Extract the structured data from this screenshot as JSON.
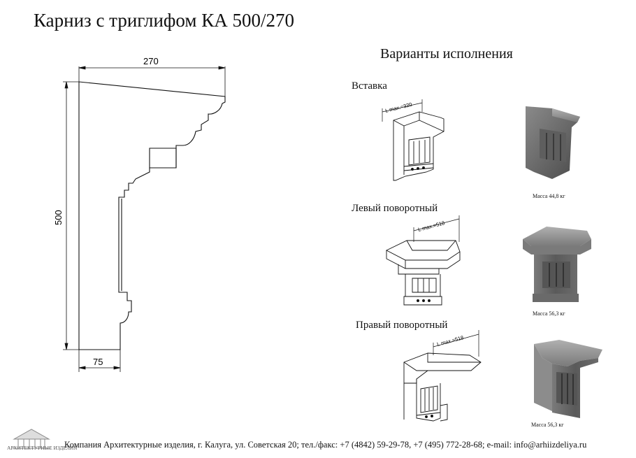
{
  "title": "Карниз с триглифом КА 500/270",
  "dimensions": {
    "width": "270",
    "height": "500",
    "base": "75"
  },
  "variants_heading": "Варианты исполнения",
  "variants": [
    {
      "label": "Вставка",
      "length_label": "L max.=320",
      "mass": "Масса 44,8 кг"
    },
    {
      "label": "Левый поворотный",
      "length_label": "L max.=518",
      "mass": "Масса 56,3 кг"
    },
    {
      "label": "Правый поворотный",
      "length_label": "L max.=518",
      "mass": "Масса 56,3 кг"
    }
  ],
  "logo_text": "АРХИТЕКТУРНЫЕ ИЗДЕЛИЯ",
  "footer": "Компания Архитектурные изделия, г. Калуга, ул. Советская 20; тел./факс: +7 (4842) 59-29-78, +7 (495) 772-28-68; e-mail: info@arhiizdeliya.ru"
}
